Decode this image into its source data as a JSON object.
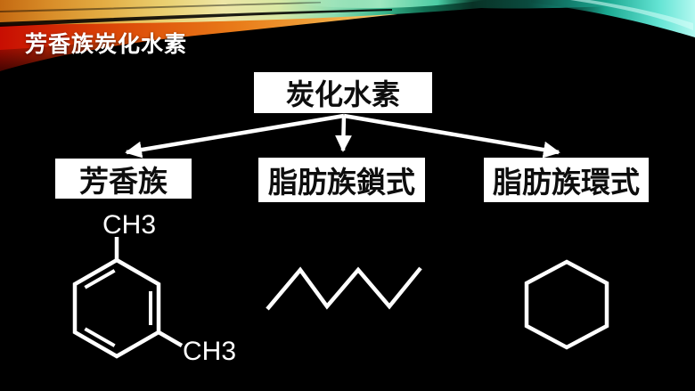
{
  "slide": {
    "title": "芳香族炭化水素"
  },
  "diagram": {
    "root_label": "炭化水素",
    "branches": [
      {
        "label": "芳香族"
      },
      {
        "label": "脂肪族鎖式"
      },
      {
        "label": "脂肪族環式"
      }
    ]
  },
  "structures": {
    "xylene": {
      "top_group_label": "CH3",
      "bottom_group_label": "CH3"
    }
  },
  "colors": {
    "background": "#000000",
    "box_fill": "#ffffff",
    "box_text": "#0d0d0d",
    "line_color": "#ffffff",
    "swoosh_red": "#c80e02",
    "swoosh_orange": "#e97d1a",
    "swoosh_gold": "#e3ad44",
    "swoosh_yellow": "#eee6a6",
    "swoosh_green": "#8edcb2",
    "swoosh_teal": "#17a290",
    "swoosh_cyan": "#a5f6ec"
  }
}
